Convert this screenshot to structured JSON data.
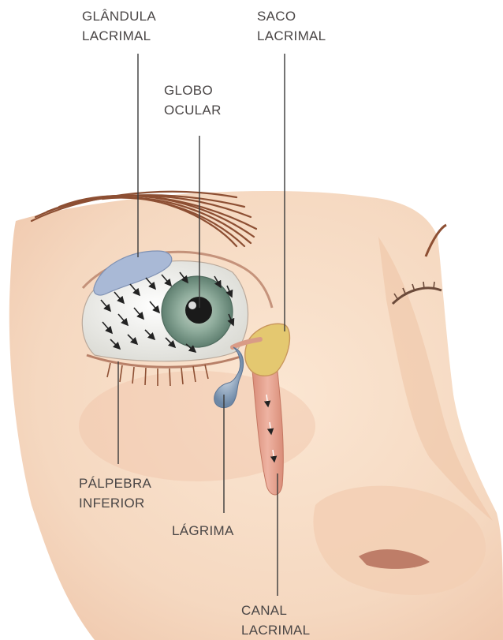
{
  "labels": {
    "lacrimal_gland": [
      "GLÂNDULA",
      "LACRIMAL"
    ],
    "lacrimal_sac": [
      "SACO",
      "LACRIMAL"
    ],
    "eyeball": [
      "GLOBO",
      "OCULAR"
    ],
    "lower_eyelid": [
      "PÁLPEBRA",
      "INFERIOR"
    ],
    "tear": "LÁGRIMA",
    "lacrimal_duct": [
      "CANAL",
      "LACRIMAL"
    ]
  },
  "colors": {
    "skin": "#f6dcc6",
    "skin_shadow": "#e9b99c",
    "eyebrow": "#9a5a3a",
    "gland": "#a9b9d6",
    "sclera": "#f2f2ee",
    "iris": "#8aa89a",
    "pupil": "#1a1a1a",
    "tear_blue": "#7d96b0",
    "duct": "#e7a795",
    "sac": "#d9c06a",
    "leader_line": "#3a3a3a",
    "label_text": "#4a4646"
  }
}
